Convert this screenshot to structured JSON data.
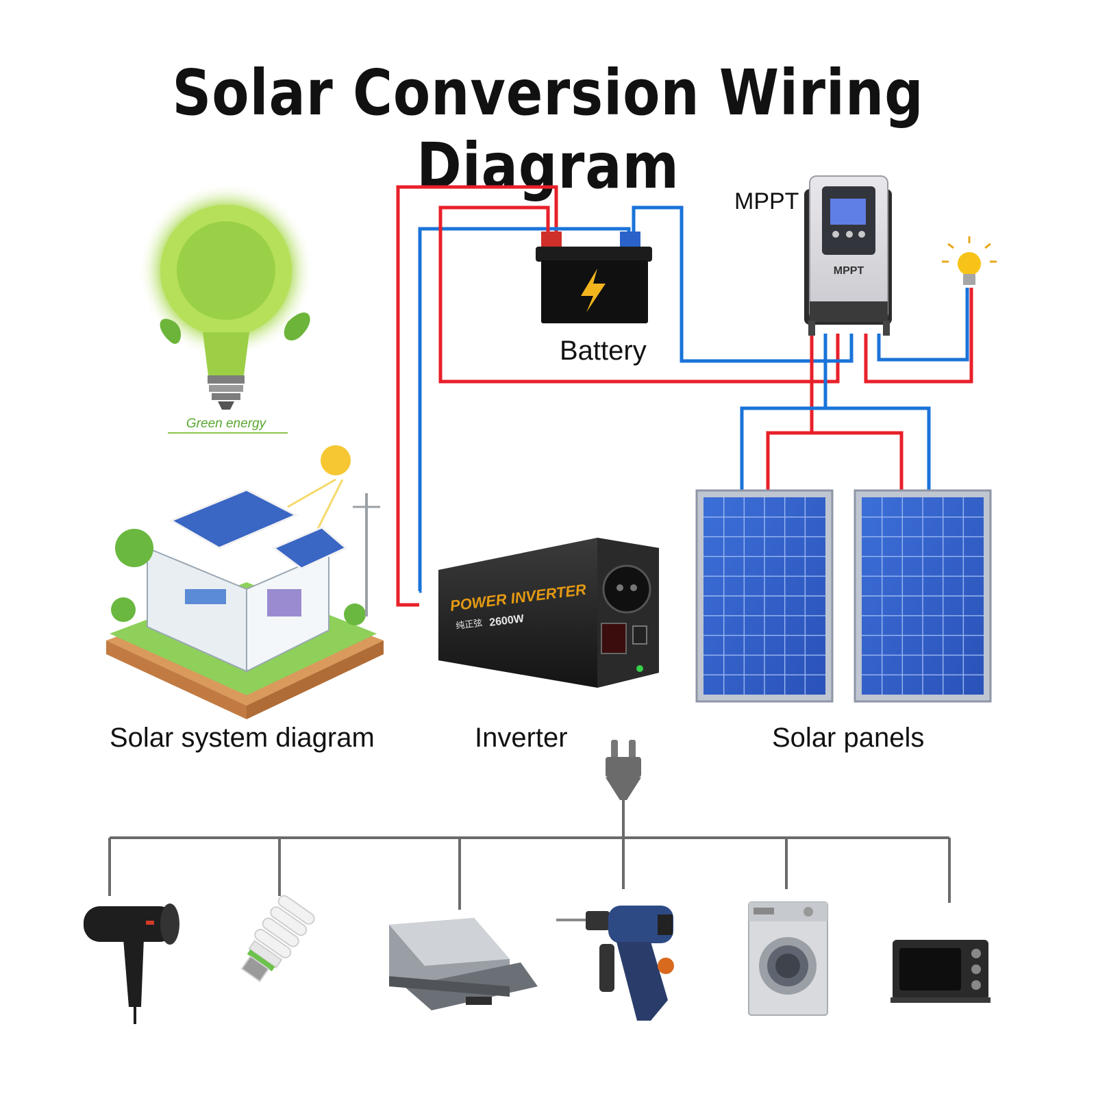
{
  "title": "Solar Conversion Wiring Diagram",
  "labels": {
    "battery": "Battery",
    "mppt": "MPPT",
    "solar_system": "Solar system diagram",
    "inverter": "Inverter",
    "solar_panels": "Solar panels"
  },
  "device_text": {
    "mppt_front": "MPPT",
    "inverter_brand": "POWER INVERTER",
    "inverter_power": "2600W",
    "inverter_cn": "纯正弦",
    "bulb_caption": "Green energy"
  },
  "wire_colors": {
    "positive": "#e8202a",
    "negative": "#1a73d9",
    "ac": "#6b6b6b"
  },
  "appliances": [
    {
      "icon": "hair-dryer-icon"
    },
    {
      "icon": "cfl-bulb-icon"
    },
    {
      "icon": "printer-icon"
    },
    {
      "icon": "power-drill-icon"
    },
    {
      "icon": "washing-machine-icon"
    },
    {
      "icon": "toaster-oven-icon"
    }
  ]
}
